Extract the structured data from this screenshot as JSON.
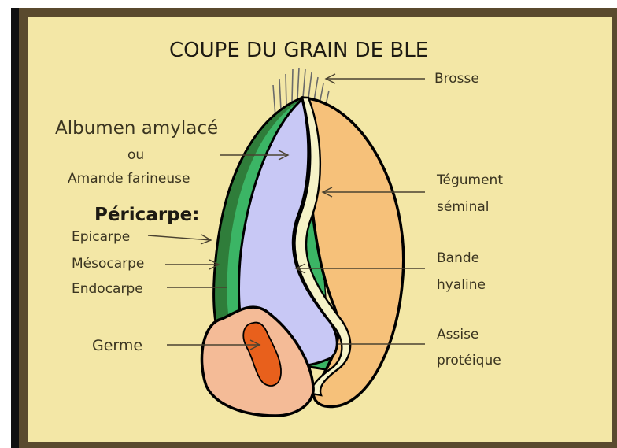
{
  "title": "COUPE DU GRAIN DE BLE",
  "labels": {
    "brosse": "Brosse",
    "albumen": "Albumen amylacé",
    "ou": "ou",
    "amande": "Amande farineuse",
    "pericarpe": "Péricarpe:",
    "epicarpe": "Epicarpe",
    "mesocarpe": "Mésocarpe",
    "endocarpe": "Endocarpe",
    "germe": "Germe",
    "tegument_1": "Tégument",
    "tegument_2": "séminal",
    "bande_1": "Bande",
    "bande_2": "hyaline",
    "assise_1": "Assise",
    "assise_2": "protéique"
  },
  "colors": {
    "background": "#f3e7a6",
    "frame": "#5a4a2e",
    "pericarp_outer": "#2f7d3a",
    "pericarp_inner": "#3bb565",
    "albumen": "#c8c8f5",
    "tegument": "#f6f3c8",
    "kernel_body": "#f6c17a",
    "germ_outer": "#f4bb97",
    "germ_inner": "#e8601c"
  }
}
